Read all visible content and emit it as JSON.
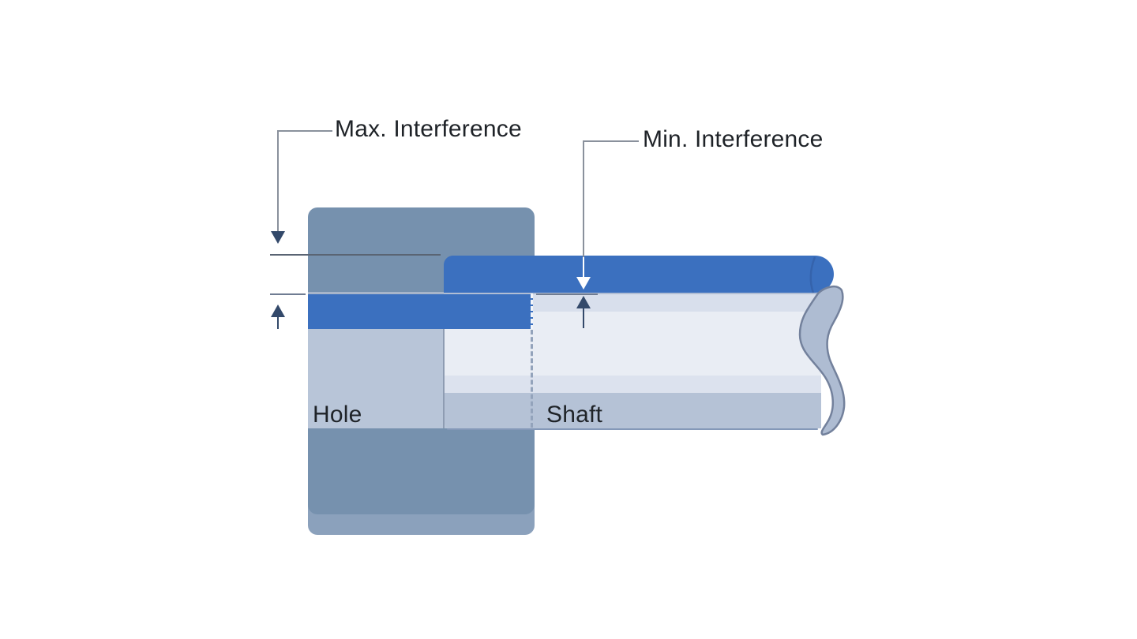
{
  "labels": {
    "max_interference": "Max. Interference",
    "min_interference": "Min. Interference",
    "hole": "Hole",
    "shaft": "Shaft"
  },
  "colors": {
    "accent_blue": "#3b70bf",
    "hole_body": "#7691ae",
    "hole_base": "#8ba1bc",
    "hole_bore": "#b8c5d8",
    "shaft_upper": "#d8dfec",
    "shaft_mid": "#e9edf4",
    "shaft_lower": "#dce2ee",
    "shaft_bottom": "#b5c2d6",
    "shaft_edge": "#8e9cb2",
    "bottom_line": "#8498b8",
    "break_fill": "#aebcd2",
    "break_outline": "#73819c",
    "leader_gray": "#8a919c",
    "ref_line": "#5a6473",
    "tick_line": "#6f7c92",
    "arrow_navy": "#33496a",
    "dash": "#93a3bb",
    "text": "#1f2328"
  }
}
